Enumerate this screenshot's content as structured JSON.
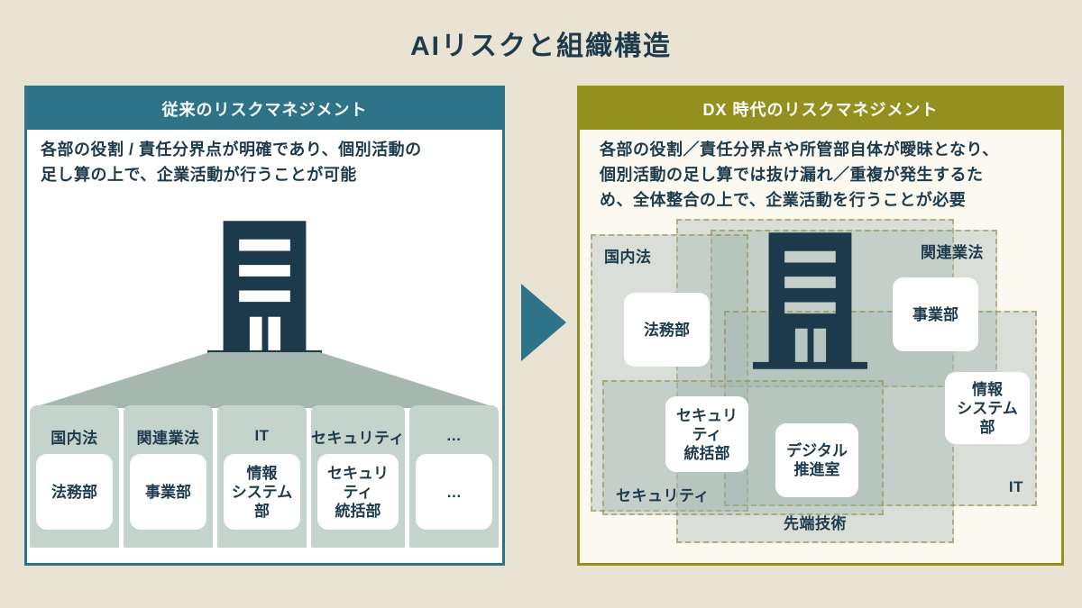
{
  "title": "AIリスクと組織構造",
  "left_panel": {
    "header": "従来のリスクマネジメント",
    "description": "各部の役割 / 責任分界点が明確であり、個別活動の\n足し算の上で、企業活動が行うことが可能",
    "columns": [
      {
        "category": "国内法",
        "department": "法務部"
      },
      {
        "category": "関連業法",
        "department": "事業部"
      },
      {
        "category": "IT",
        "department": "情報\nシステム\n部"
      },
      {
        "category": "セキュリティ",
        "department": "セキュリ\nティ\n統括部"
      },
      {
        "category": "…",
        "department": "…"
      }
    ]
  },
  "right_panel": {
    "header": "DX 時代のリスクマネジメント",
    "description": "各部の役割／責任分界点や所管部自体が曖昧となり、\n個別活動の足し算では抜け漏れ／重複が発生するた\nめ、全体整合の上で、企業活動を行うことが必要",
    "zones": {
      "kokunaiho": {
        "label": "国内法"
      },
      "kanrengyoho": {
        "label": "関連業法"
      },
      "security": {
        "label": "セキュリティ"
      },
      "it": {
        "label": "IT"
      },
      "sentangijutsu": {
        "label": "先端技術"
      }
    },
    "departments": {
      "houmu": "法務部",
      "jigyou": "事業部",
      "security_toukatsu": "セキュリ\nティ\n統括部",
      "digital_suishin": "デジタル\n推進室",
      "jouhou_system": "情報\nシステム\n部"
    }
  },
  "colors": {
    "background": "#e8e3d2",
    "text": "#1d3b4d",
    "teal_accent": "#2f7389",
    "olive_accent": "#93901f",
    "zone_fill": "#a7b9b2",
    "trapezoid": "#a6b7b0",
    "column_fill": "#c4d3cc",
    "building": "#1d3a4c"
  }
}
